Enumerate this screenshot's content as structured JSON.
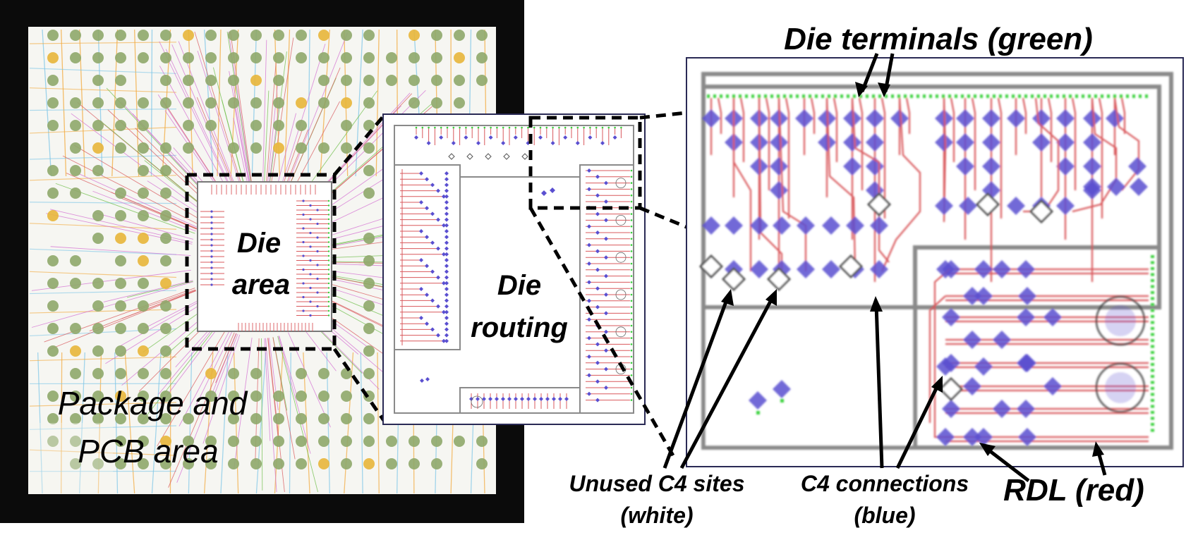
{
  "labels": {
    "die_area_line1": "Die",
    "die_area_line2": "area",
    "package_line1": "Package and",
    "package_line2": "PCB area",
    "die_routing_line1": "Die",
    "die_routing_line2": "routing",
    "die_terminals": "Die terminals (green)",
    "unused_c4_line1": "Unused C4 sites",
    "unused_c4_line2": "(white)",
    "c4_connections_line1": "C4 connections",
    "c4_connections_line2": "(blue)",
    "rdl": "RDL (red)"
  },
  "colors": {
    "rdl": "#d9585c",
    "c4_blue": "#5a4fd0",
    "terminal_green": "#37d13a",
    "frame_gray": "#8a8a8a",
    "package_ball": "#8fa96a",
    "trace_magenta": "#d46fd2",
    "trace_orange": "#f2a93b",
    "trace_cyan": "#7ec6e8",
    "board_frame": "#0b0b0b"
  }
}
